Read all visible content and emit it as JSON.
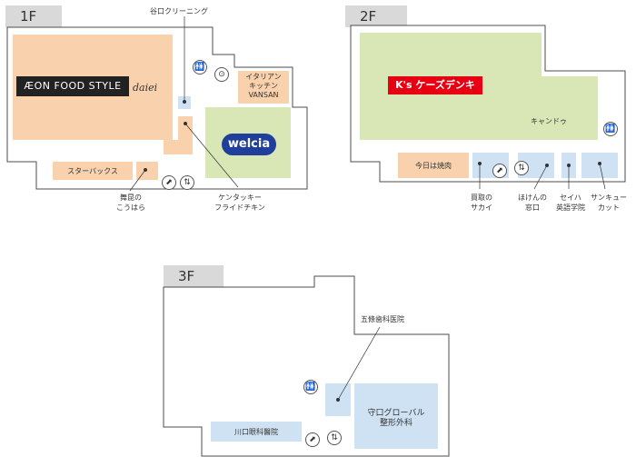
{
  "colors": {
    "food": "#f9d2ad",
    "drug": "#d9e6b5",
    "clinic": "#cfe2f3",
    "outline": "#4d4d4d",
    "floor_tag": "#d9d9d9"
  },
  "floors": {
    "f1": {
      "tag": "1F",
      "brand_aeon": "ÆON FOOD STYLE",
      "brand_daiei": "daiei",
      "brand_welcia": "welcia",
      "labels": {
        "taniguchi": "谷口クリーニング",
        "italian": "イタリアン\nキッチン\nVANSAN",
        "starbucks": "スターバックス",
        "maimi": "舞昆の\nこうはら",
        "kfc": "ケンタッキー\nフライドチキン"
      }
    },
    "f2": {
      "tag": "2F",
      "brand_ks": "K's ケーズデンキ",
      "labels": {
        "cando": "キャンドゥ",
        "kyou": "今日は焼肉",
        "kaitori": "買取の\nサカイ",
        "hoken": "ほけんの\n窓口",
        "seiha": "セイハ\n英語学院",
        "sunq": "サンキュー\nカット"
      }
    },
    "f3": {
      "tag": "3F",
      "labels": {
        "gojo": "五條歯科医院",
        "moriguchi": "守口グローバル\n整形外科",
        "kawaguchi": "川口眼科醫院"
      }
    }
  },
  "icons": {
    "restroom": "🚻",
    "stairs": "⬈",
    "elevator": "⇅",
    "nursing": "⊙"
  }
}
